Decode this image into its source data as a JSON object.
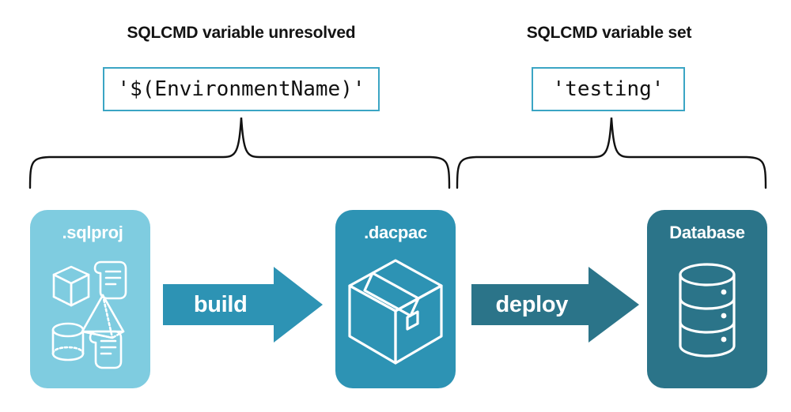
{
  "headings": {
    "left": "SQLCMD variable unresolved",
    "right": "SQLCMD variable set"
  },
  "value_boxes": {
    "left": {
      "value": "'$(EnvironmentName)'",
      "border_color": "#3ba5c4"
    },
    "right": {
      "value": "'testing'",
      "border_color": "#3ba5c4"
    }
  },
  "braces": {
    "color": "#111111",
    "left_label": "build-scope-brace",
    "right_label": "deploy-scope-brace"
  },
  "stages": [
    {
      "label": ".sqlproj",
      "color": "#7fcce0",
      "icons": [
        "cube-icon",
        "pyramid-icon",
        "cylinder-icon",
        "script-scroll-icon",
        "script-scroll-icon"
      ]
    },
    {
      "label": ".dacpac",
      "color": "#2d93b4",
      "icons": [
        "package-box-icon"
      ]
    },
    {
      "label": "Database",
      "color": "#2b7489",
      "icons": [
        "database-cylinder-icon"
      ]
    }
  ],
  "arrows": [
    {
      "label": "build",
      "color": "#2d93b4"
    },
    {
      "label": "deploy",
      "color": "#2b7489"
    }
  ]
}
